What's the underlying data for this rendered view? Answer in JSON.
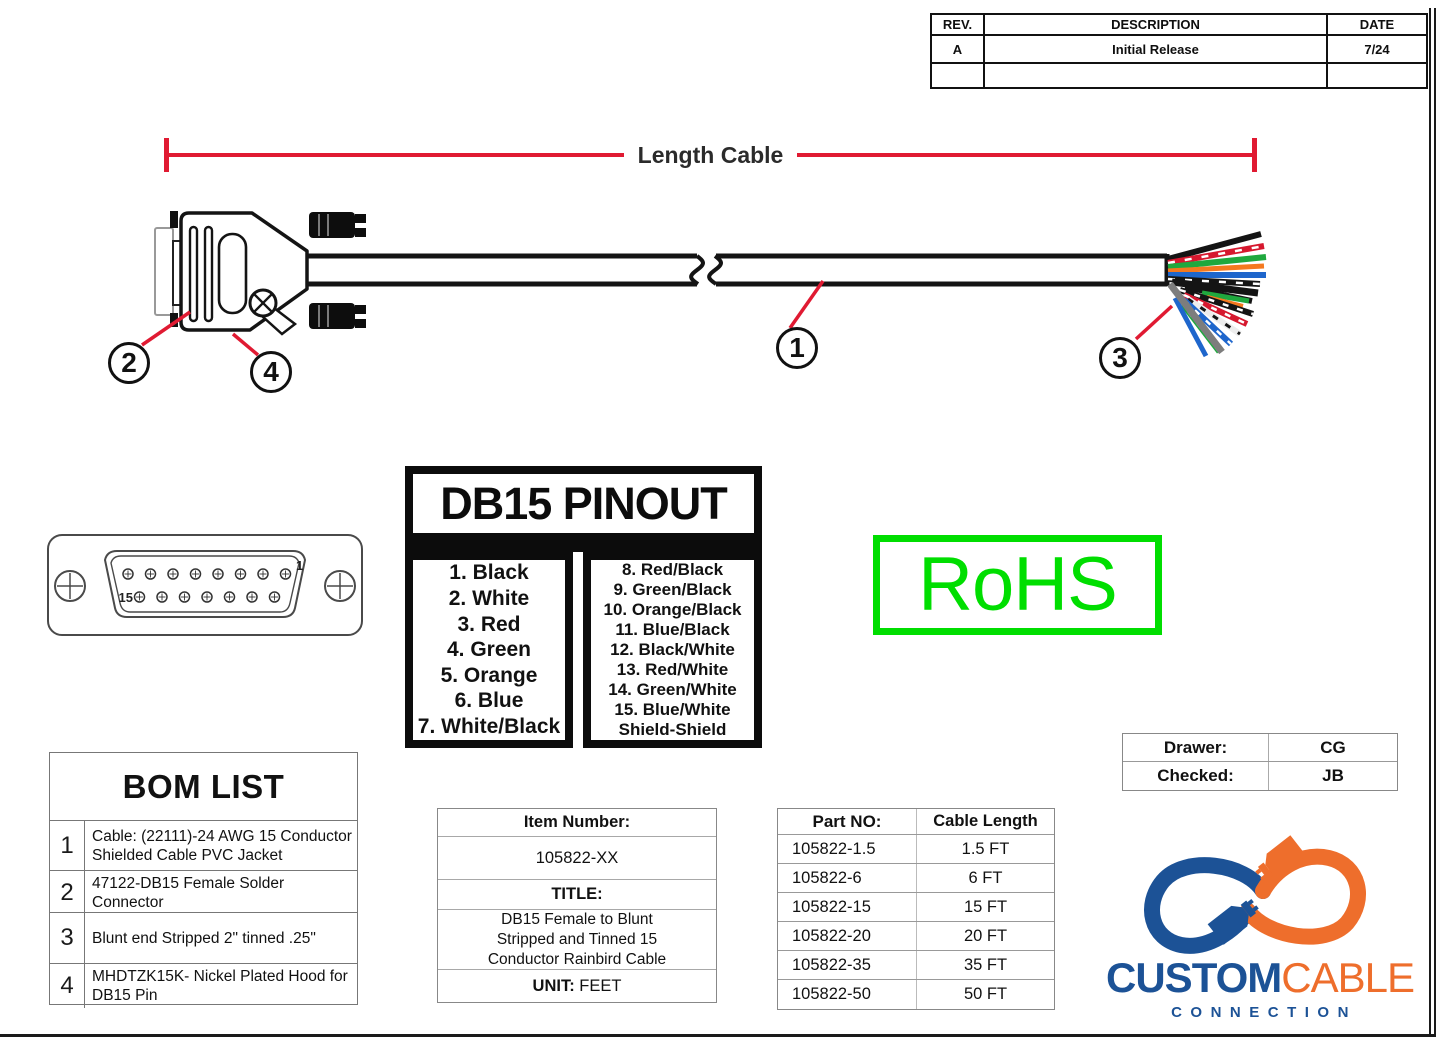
{
  "colors": {
    "dimension_red": "#e01a32",
    "rohs_green": "#00de00",
    "logo_blue": "#1c5296",
    "logo_orange": "#ee6e2c",
    "wire_black": "#141414",
    "wire_red": "#d6182e",
    "wire_green": "#1fa83e",
    "wire_orange": "#f4791f",
    "wire_blue": "#1e66cc",
    "wire_drain_gray": "#7d7d7d"
  },
  "rev_table": {
    "headers": [
      "REV.",
      "DESCRIPTION",
      "DATE"
    ],
    "rows": [
      [
        "A",
        "Initial Release",
        "7/24"
      ],
      [
        "",
        "",
        ""
      ]
    ]
  },
  "dimension": {
    "label": "Length Cable"
  },
  "callouts": {
    "c1": "1",
    "c2": "2",
    "c3": "3",
    "c4": "4"
  },
  "pinout": {
    "title": "DB15 PINOUT",
    "left": [
      "1. Black",
      "2. White",
      "3. Red",
      "4. Green",
      "5. Orange",
      "6. Blue",
      "7. White/Black"
    ],
    "right": [
      "8. Red/Black",
      "9. Green/Black",
      "10. Orange/Black",
      "11. Blue/Black",
      "12. Black/White",
      "13. Red/White",
      "14. Green/White",
      "15. Blue/White",
      "Shield-Shield"
    ]
  },
  "rohs": {
    "label": "RoHS"
  },
  "connector_face": {
    "pin_first": "1",
    "pin_last": "15"
  },
  "bom": {
    "title": "BOM LIST",
    "rows": [
      {
        "no": "1",
        "desc": "Cable: (22111)-24 AWG 15 Conductor Shielded Cable PVC Jacket"
      },
      {
        "no": "2",
        "desc": "47122-DB15 Female Solder Connector"
      },
      {
        "no": "3",
        "desc": "Blunt end Stripped 2\" tinned .25\""
      },
      {
        "no": "4",
        "desc": "MHDTZK15K- Nickel Plated Hood for DB15 Pin"
      }
    ]
  },
  "item_box": {
    "item_number_label": "Item Number:",
    "item_number": "105822-XX",
    "title_label": "TITLE:",
    "title": "DB15 Female to Blunt Stripped and Tinned 15 Conductor Rainbird Cable",
    "unit_label": "UNIT:",
    "unit": " FEET"
  },
  "part_table": {
    "headers": [
      "Part NO:",
      "Cable Length"
    ],
    "rows": [
      [
        "105822-1.5",
        "1.5 FT"
      ],
      [
        "105822-6",
        "6 FT"
      ],
      [
        "105822-15",
        "15 FT"
      ],
      [
        "105822-20",
        "20 FT"
      ],
      [
        "105822-35",
        "35 FT"
      ],
      [
        "105822-50",
        "50 FT"
      ]
    ]
  },
  "approval": {
    "rows": [
      {
        "label": "Drawer:",
        "value": "CG"
      },
      {
        "label": "Checked:",
        "value": "JB"
      }
    ]
  },
  "logo": {
    "word1": "CUSTOM",
    "word2": "CABLE",
    "word3": "CONNECTION"
  }
}
